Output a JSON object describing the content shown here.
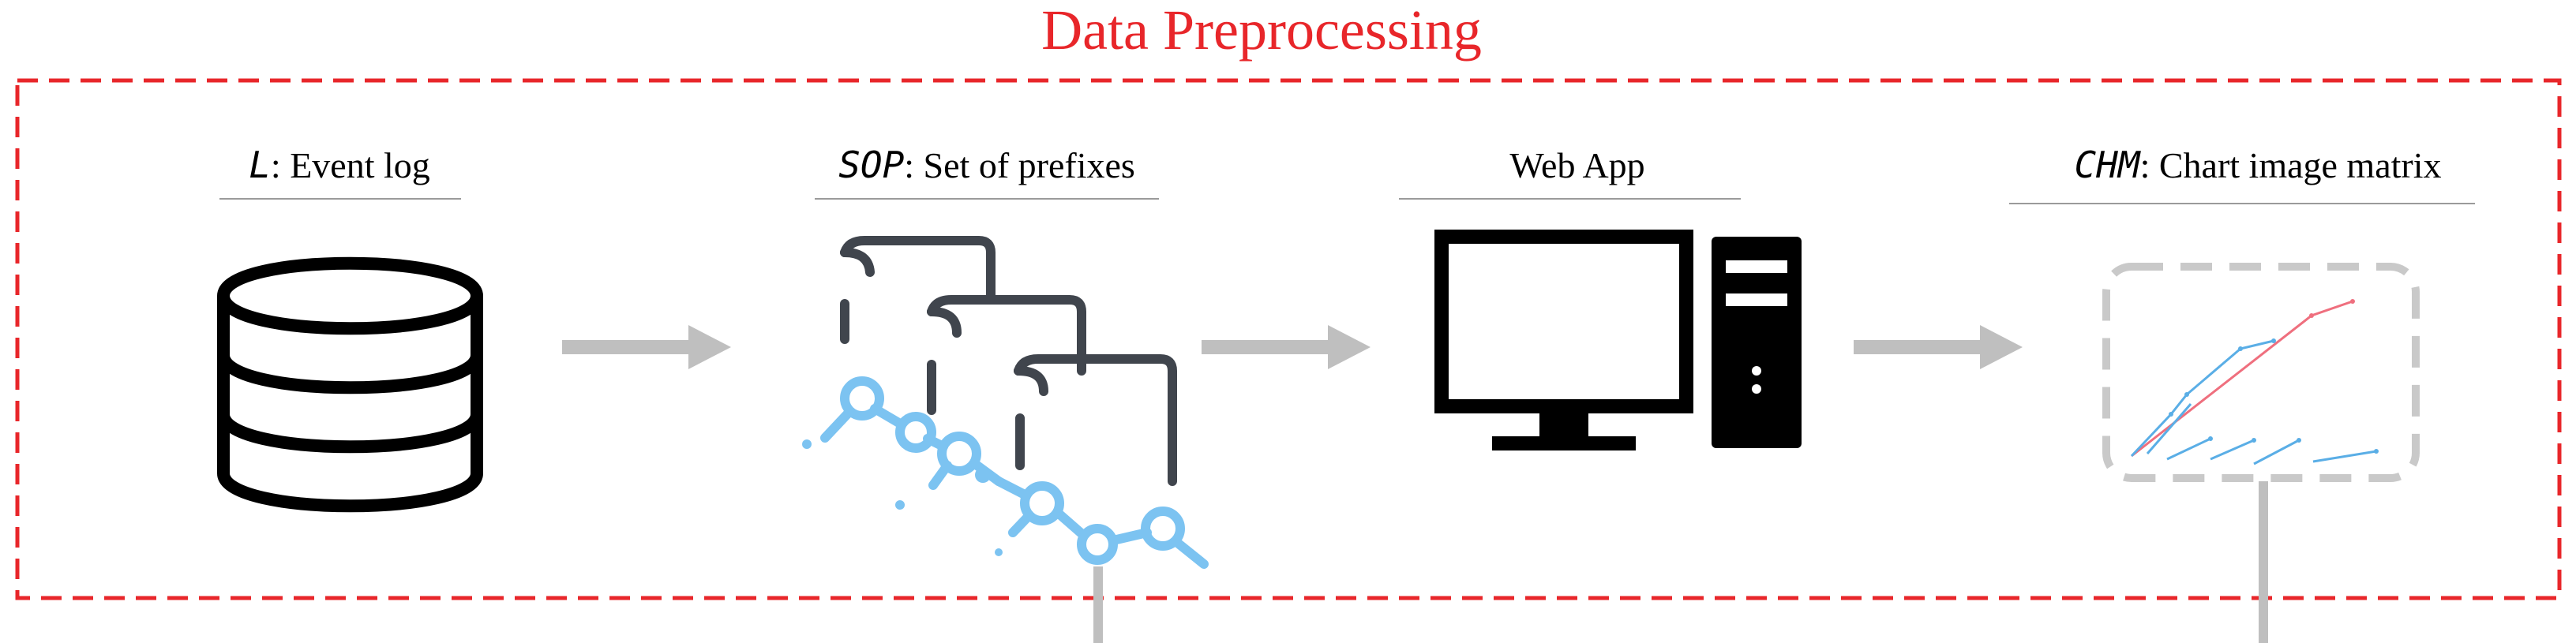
{
  "title": "Data Preprocessing",
  "colors": {
    "frame": "#e8262a",
    "arrow": "#bfbfbf",
    "icon_dark": "#40454d",
    "icon_blue": "#7cc3f1",
    "black": "#000000",
    "chart_blue": "#5aaee6",
    "chart_red": "#ef6f7e",
    "dash_gray": "#c9c9c9"
  },
  "stages": [
    {
      "symbol": "L",
      "label": ": Event log",
      "icon": "database-icon"
    },
    {
      "symbol": "SOP",
      "label": ": Set of prefixes",
      "icon": "document-prefix-icon"
    },
    {
      "symbol": "",
      "label": "Web App",
      "icon": "desktop-computer-icon"
    },
    {
      "symbol": "CHM",
      "label": ": Chart image matrix",
      "icon": "chart-image-icon"
    }
  ]
}
